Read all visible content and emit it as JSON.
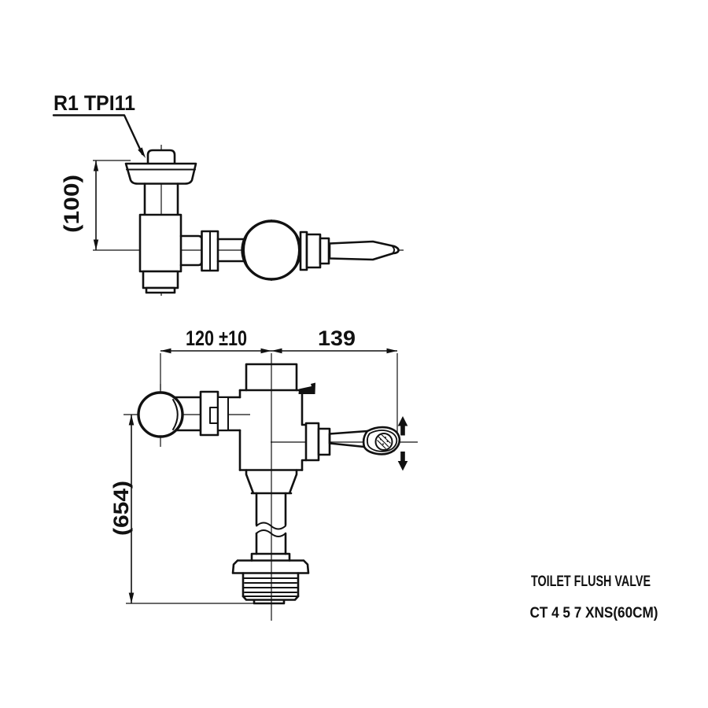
{
  "drawing": {
    "background_color": "#ffffff",
    "line_color": "#111111",
    "top_view": {
      "thread_label": "R1 TPI11",
      "height_dim": "(100)"
    },
    "front_view": {
      "offset_dim": "120 ±10",
      "reach_dim": "139",
      "height_dim": "(654)",
      "handle_motion_icons": [
        "up-arrow",
        "down-arrow"
      ]
    },
    "title_block": {
      "product_name": "TOILET FLUSH VALVE",
      "model_code": "CT 4 5 7 XNS(60CM)"
    }
  }
}
